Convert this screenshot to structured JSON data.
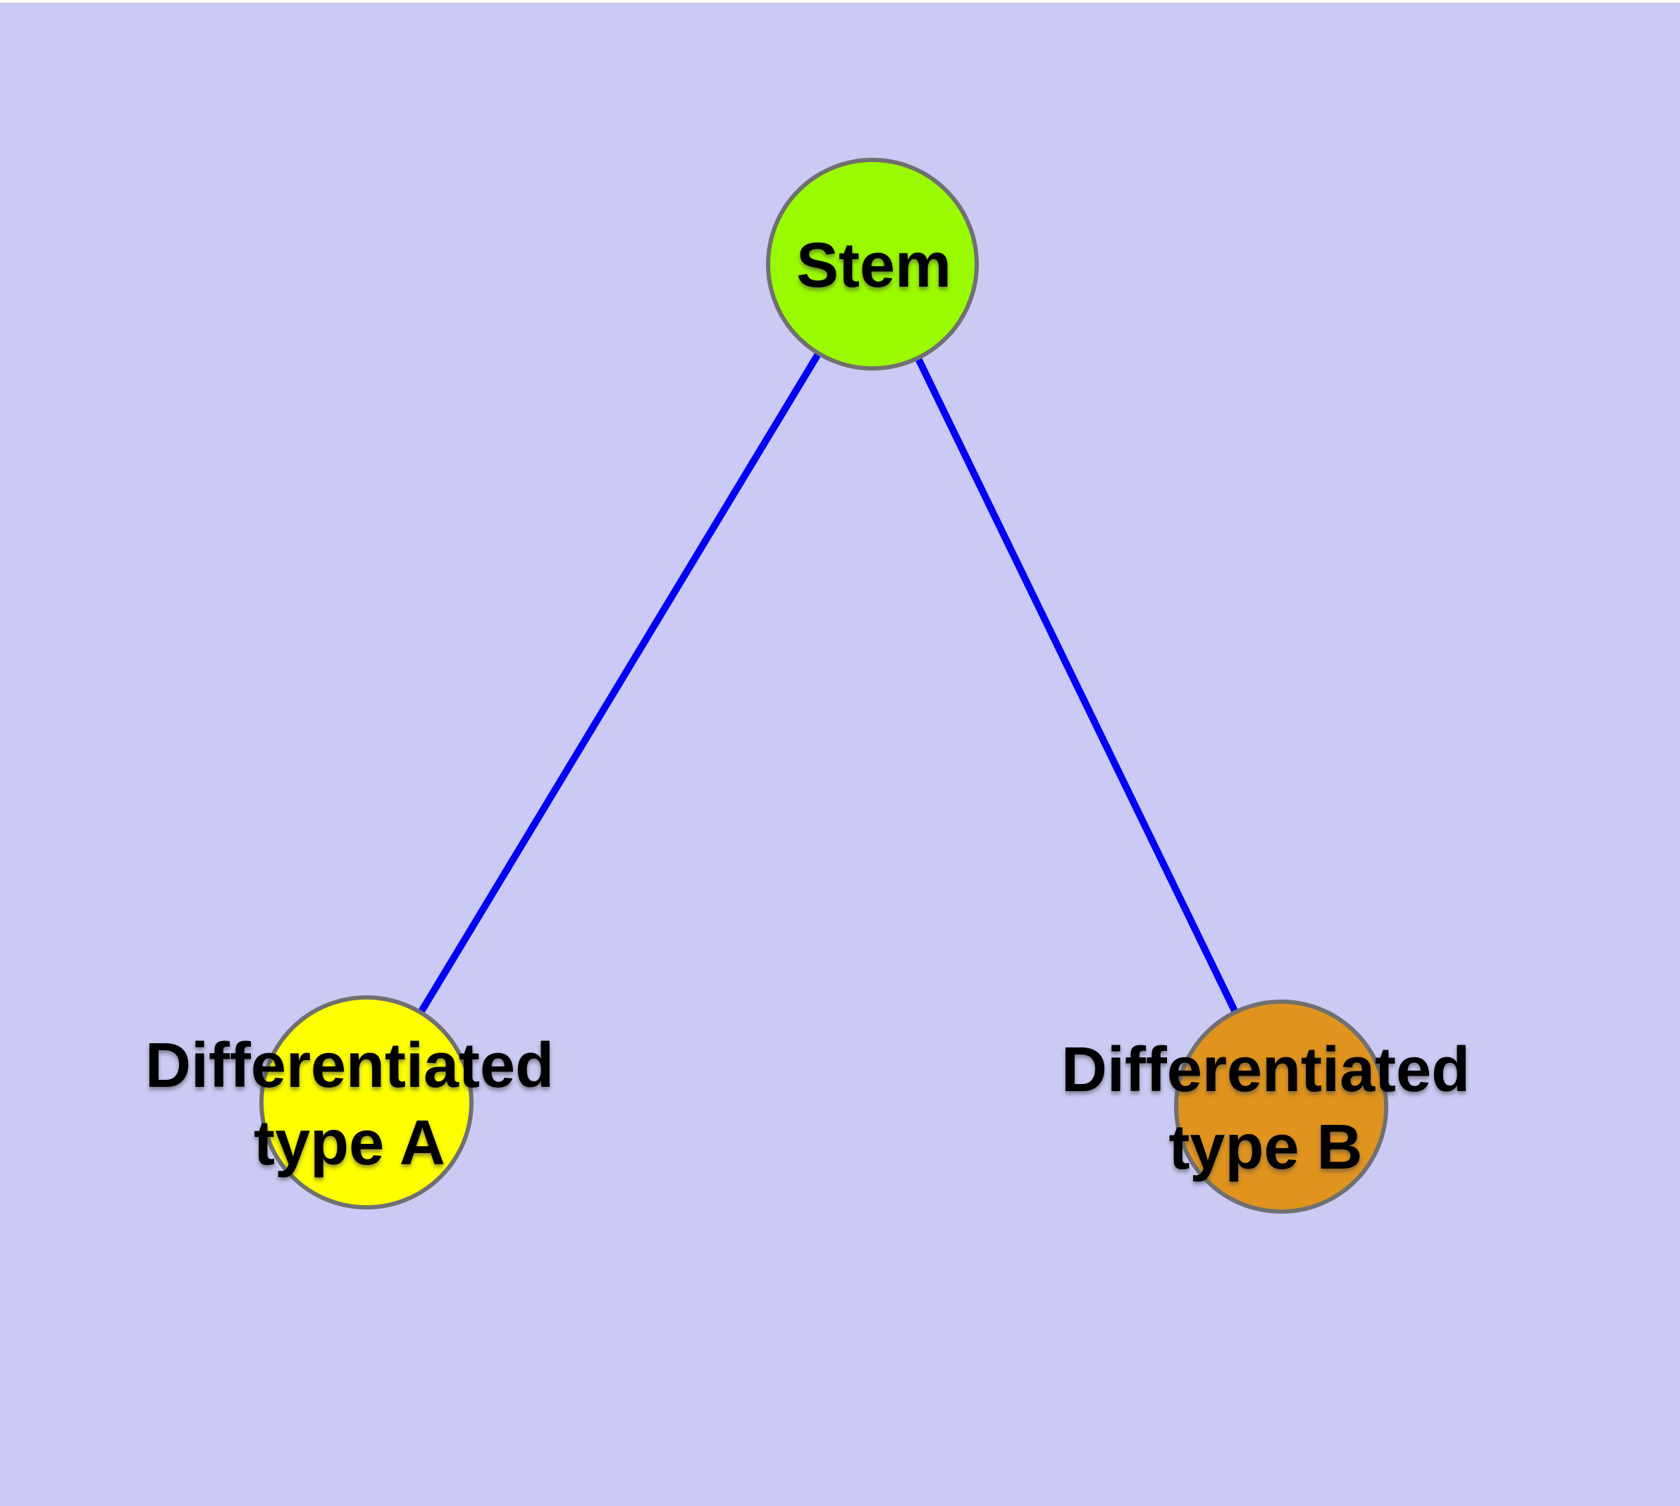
{
  "diagram": {
    "colors": {
      "background": "#CACAF4",
      "edge": "#0000F5",
      "node_border": "#707070",
      "label_text": "#000000"
    },
    "nodes": {
      "stem": {
        "label": "Stem",
        "fill": "#9AFB00"
      },
      "type_a": {
        "label_line1": "Differentiated",
        "label_line2": "type A",
        "fill": "#FFFF00"
      },
      "type_b": {
        "label_line1": "Differentiated",
        "label_line2": "type B",
        "fill": "#E0941E"
      }
    },
    "edges": [
      {
        "from": "Stem",
        "to": "Differentiated type A"
      },
      {
        "from": "Stem",
        "to": "Differentiated type B"
      }
    ]
  }
}
